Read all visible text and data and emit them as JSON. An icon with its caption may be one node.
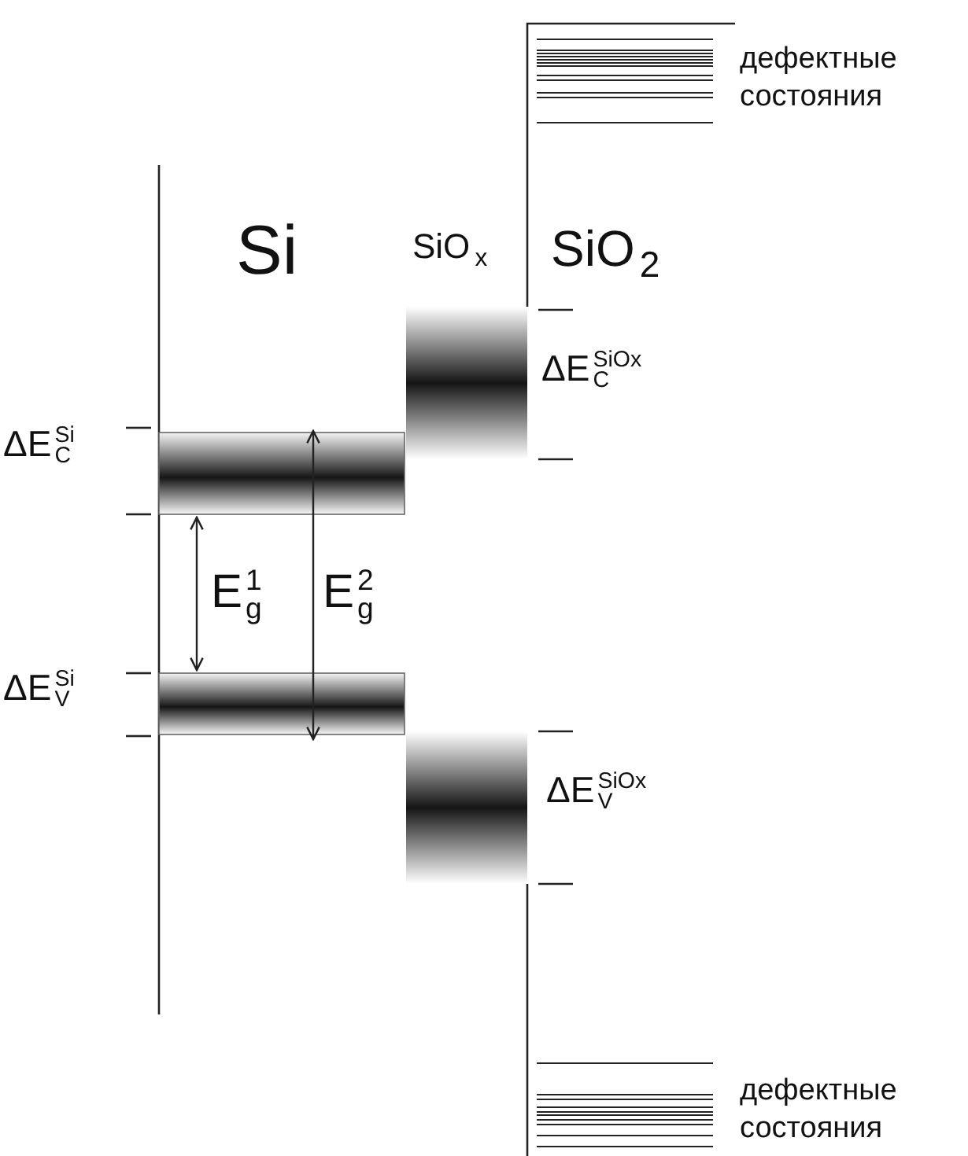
{
  "diagram": {
    "labels": [
      "дефектные состояния",
      "Si",
      "SiO$_{x}$",
      "SiO$_{2}$",
      "ΔE$^{SiOx}$$_{C}$",
      "ΔE$^{Si}$$_{C}$",
      "E$^{1}$$_{g}$",
      "E$^{2}$$_{g}$",
      "ΔE$^{Si}$$_{V}$",
      "ΔE$^{SiOx}$$_{V}$",
      "дефектные состояния"
    ]
  }
}
